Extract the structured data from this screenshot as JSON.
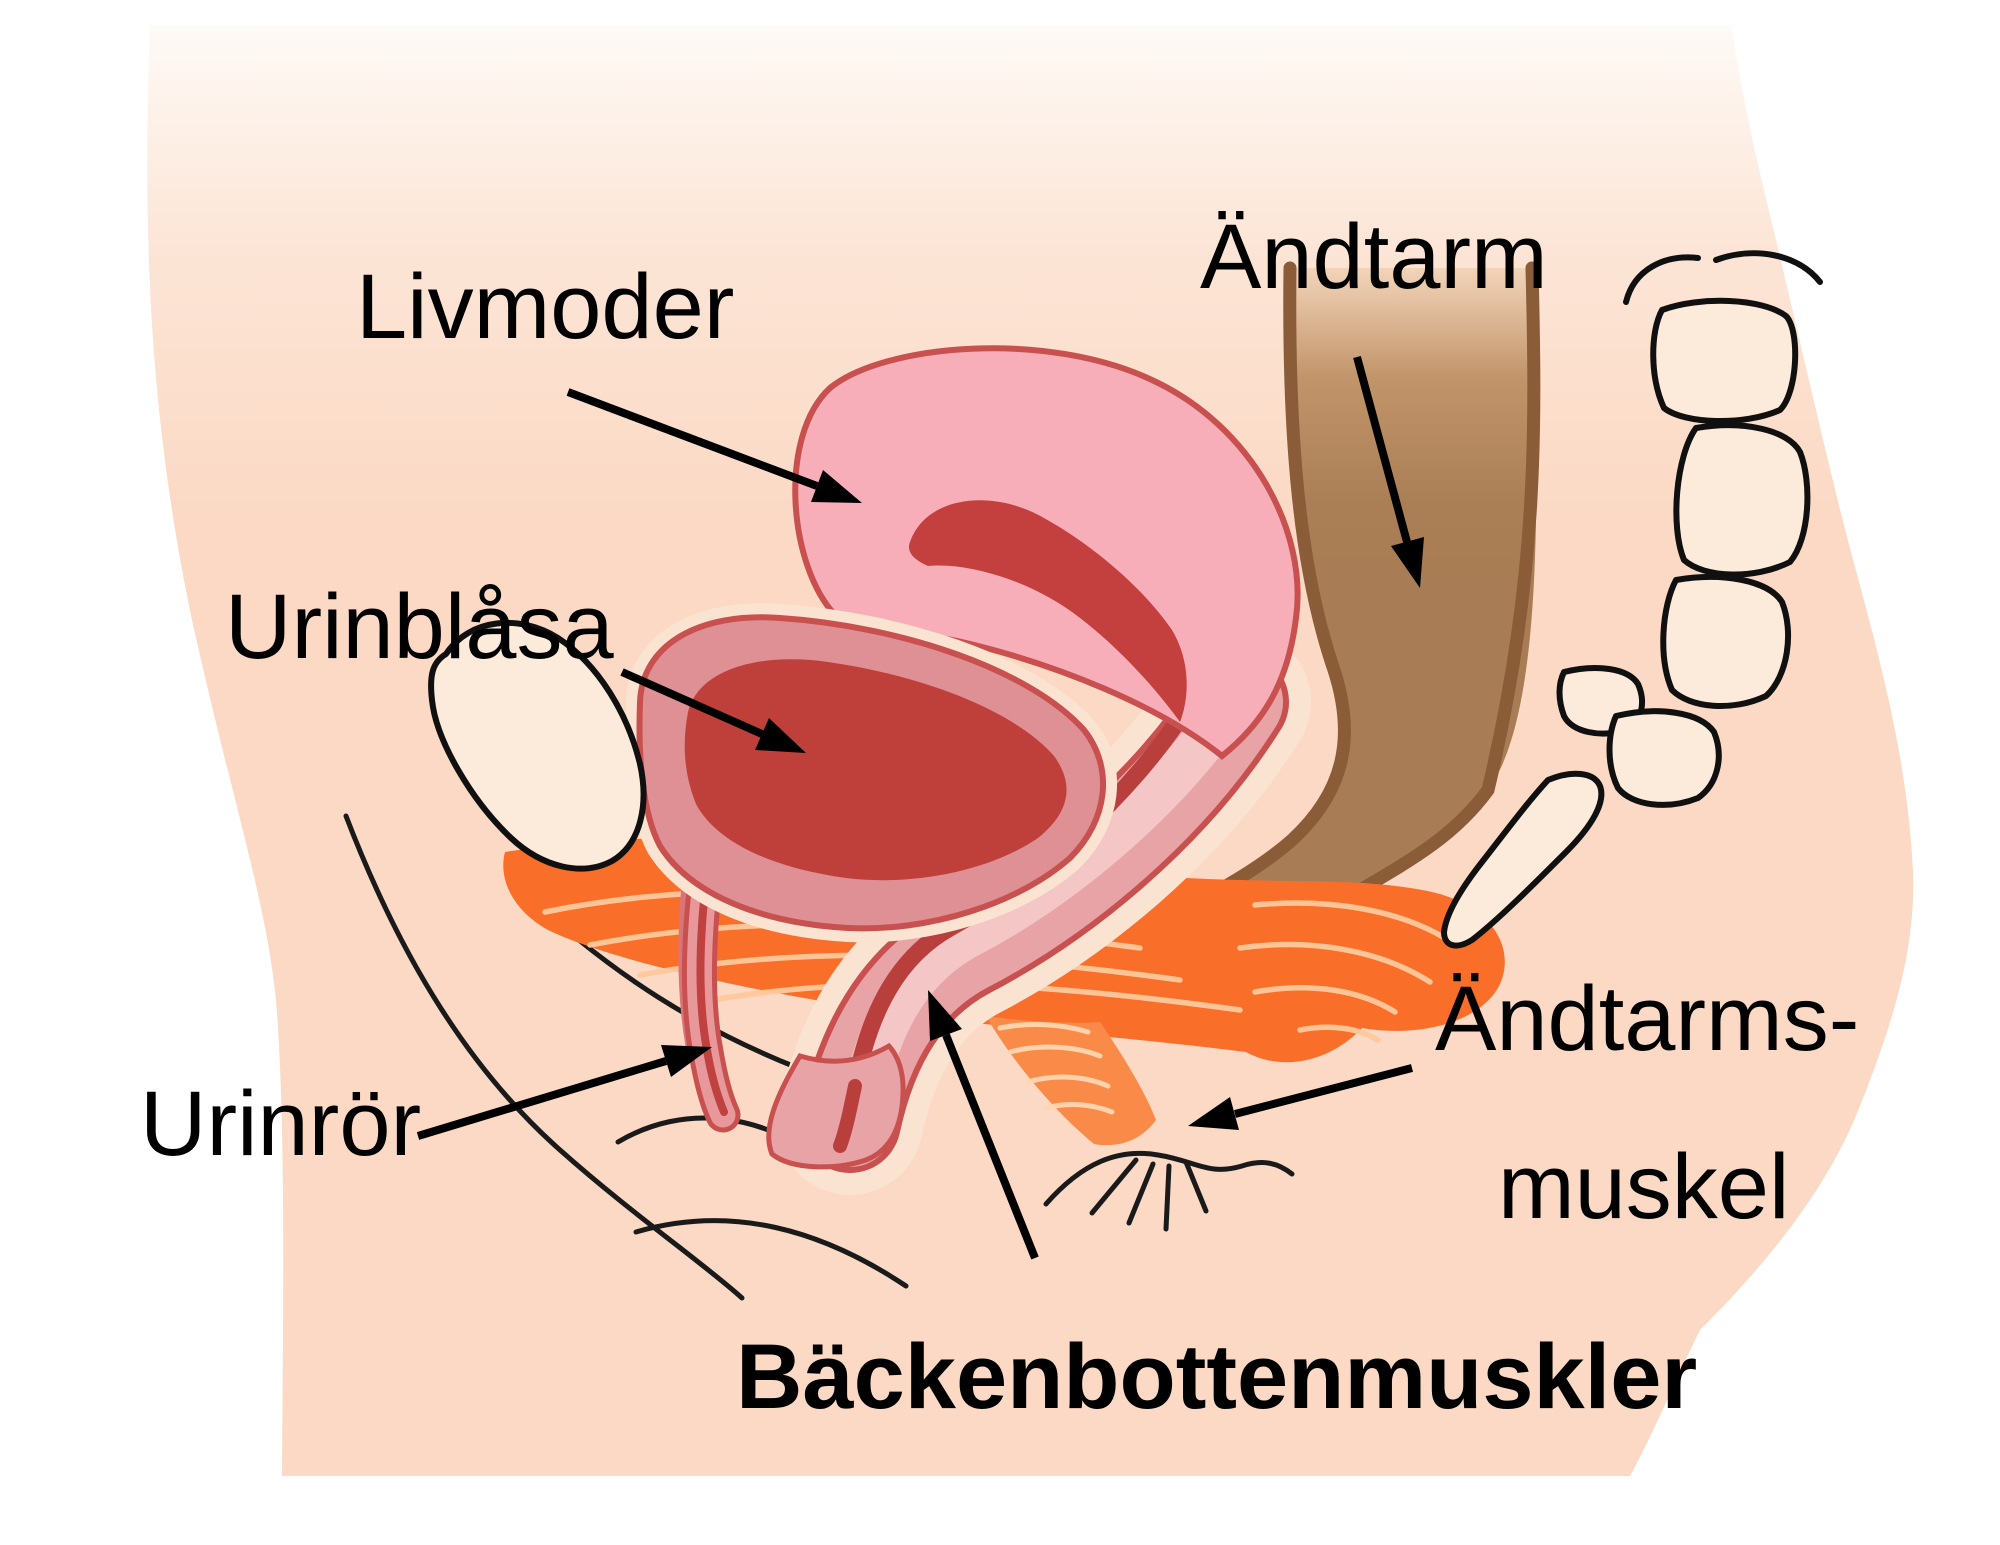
{
  "diagram": {
    "type": "anatomical-illustration",
    "subject": "Sagittal cross-section of the female pelvis with pelvic floor muscles",
    "language": "sv",
    "labels": {
      "uterus": "Livmoder",
      "bladder": "Urinblåsa",
      "rectum": "Ändtarm",
      "urethra": "Urinrör",
      "anal_sphincter_line1": "Ändtarms-",
      "anal_sphincter_line2": "muskel",
      "pelvic_floor": "Bäckenbottenmuskler"
    },
    "annotations": [
      {
        "label": "Livmoder",
        "points_to": "uterus"
      },
      {
        "label": "Urinblåsa",
        "points_to": "bladder"
      },
      {
        "label": "Ändtarm",
        "points_to": "rectum"
      },
      {
        "label": "Urinrör",
        "points_to": "urethra"
      },
      {
        "label": "Ändtarms-muskel",
        "points_to": "anal-sphincter"
      },
      {
        "label": "Bäckenbottenmuskler",
        "points_to": "pelvic-floor-muscle"
      }
    ],
    "colors": {
      "background": "#FFFFFF",
      "skin": "#FBD9C4",
      "skin_top_light": "#FEFAF7",
      "uterus": "#F7AEB9",
      "uterus_cavity": "#C4403E",
      "organ_outline_red": "#C8504E",
      "bladder_wall": "#DE9094",
      "bladder_interior": "#BF3F3B",
      "vagina": "#E8A3A7",
      "vagina_highlight": "#F4C6C6",
      "vagina_canal": "#B93F3D",
      "urethra": "#E8989B",
      "urethra_canal": "#C04240",
      "rectum": "#A87C54",
      "rectum_outline": "#8A5C38",
      "muscle": "#F96E28",
      "muscle_light": "#FA8A48",
      "muscle_stripe": "#FFC89B",
      "bone": "#FCEADB",
      "separation_cream": "#FBE3D2",
      "line_black": "#1A1A1A",
      "text": "#000000"
    }
  }
}
